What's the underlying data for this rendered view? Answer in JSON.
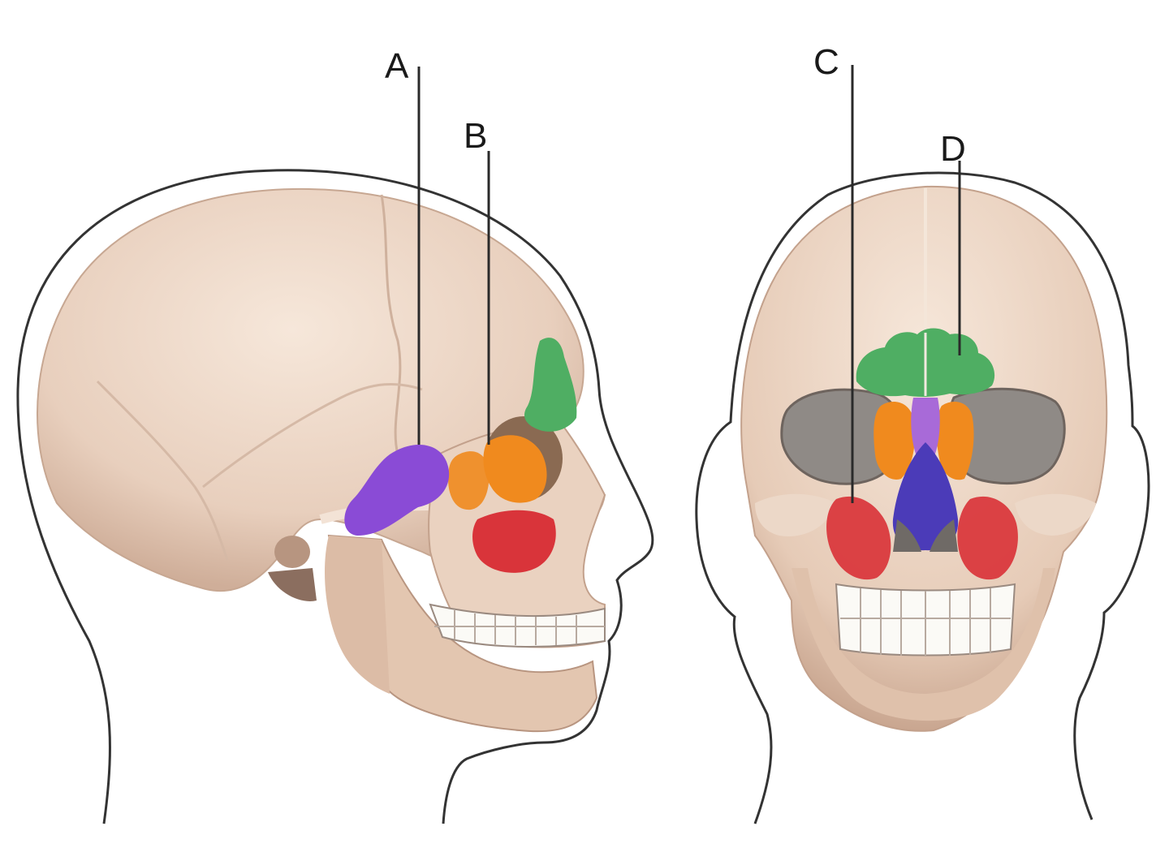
{
  "diagram": {
    "views": [
      {
        "id": "lateral",
        "name": "side-view"
      },
      {
        "id": "anterior",
        "name": "front-view"
      }
    ],
    "labels": [
      {
        "id": "A",
        "text": "A",
        "points_to": "sphenoidal-sinus"
      },
      {
        "id": "B",
        "text": "B",
        "points_to": "ethmoidal-sinus"
      },
      {
        "id": "C",
        "text": "C",
        "points_to": "maxillary-sinus"
      },
      {
        "id": "D",
        "text": "D",
        "points_to": "frontal-sinus"
      }
    ],
    "colors": {
      "bone": "#ecd6c5",
      "bone_shade": "#c9a995",
      "outline": "#3a3a3a",
      "frontal_sinus": "#4fae63",
      "ethmoid_sinus": "#f08a1e",
      "sphenoid_sinus": "#8a4bd6",
      "maxillary_sinus": "#d9343a",
      "nasal_cavity": "#4b3bb8",
      "orbit": "#8f8a86",
      "teeth": "#fbfaf6"
    }
  }
}
